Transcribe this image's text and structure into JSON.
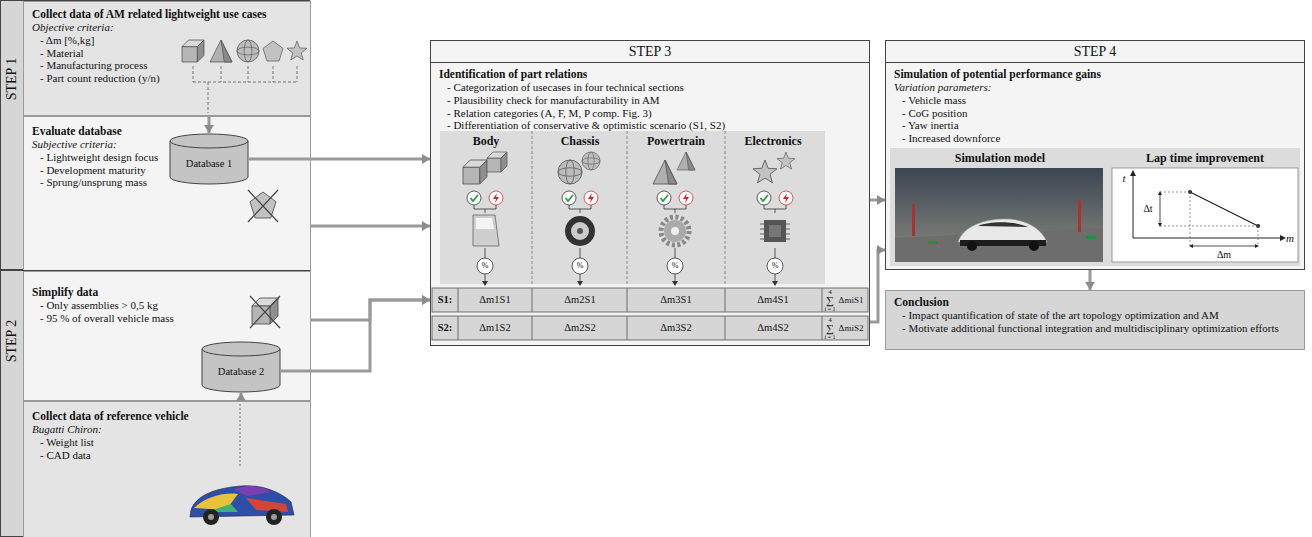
{
  "diagram": {
    "nodes": [
      {
        "text": [
          "STEP 1"
        ]
      },
      {
        "text": [
          "Collect data of AM related lightweight use cases",
          "Objective criteria:",
          "- Δm [%,kg]",
          "- Material",
          "- Manufacturing process",
          "- Part count reduction (y/n)"
        ],
        "in": 0
      },
      {
        "text": [
          "Database 1"
        ],
        "in": 0
      },
      {
        "text": [
          "Evaluate database",
          "Subjective criteria:",
          "- Lightweight design focus",
          "- Development maturity",
          "- Sprung/unsprung mass"
        ],
        "in": 0
      },
      {
        "text": [
          "STEP 2"
        ]
      },
      {
        "text": [
          "Simplify data",
          "- Only assemblies > 0,5 kg",
          "- 95 % of overall vehicle mass"
        ],
        "in": 4
      },
      {
        "text": [
          "Database 2"
        ],
        "in": 4
      },
      {
        "text": [
          "Collect data of reference vehicle",
          "Bugatti Chiron:",
          "- Weight list",
          "- CAD data"
        ],
        "in": 4
      },
      {
        "text": [
          "STEP 3",
          "Identification of part relations",
          "- Categorization of usecases in four technical sections",
          "- Plausibility check for manufacturability in AM",
          "- Relation categories (A, F, M, P comp. Fig. 3)",
          "- Differentiation of conservative & optimistic scenario (S1, S2)"
        ]
      },
      {
        "text": [
          "STEP 4",
          "Simulation of potential performance gains",
          "Variation parameters:",
          "- Vehicle mass",
          "- CoG position",
          "- Yaw inertia",
          "- Increased downforce"
        ]
      },
      {
        "text": [
          "Conclusion",
          "- Impact quantification of state of the art topology optimization and AM",
          "- Motivate additional functional integration and multidisciplinary optimization efforts"
        ]
      }
    ],
    "edges": [
      {
        "from": 1,
        "to": 2,
        "arrow": "to"
      },
      {
        "from": 2,
        "to": 8,
        "arrow": "to"
      },
      {
        "from": 3,
        "to": 8,
        "arrow": "to"
      },
      {
        "from": 7,
        "to": 6,
        "arrow": "to"
      },
      {
        "from": 6,
        "to": 8,
        "arrow": "to"
      },
      {
        "from": 5,
        "to": 8,
        "arrow": "to"
      },
      {
        "from": 8,
        "to": 9,
        "arrow": "to"
      },
      {
        "from": 8,
        "to": 9,
        "arrow": "to"
      },
      {
        "from": 9,
        "to": 10,
        "arrow": "to"
      }
    ],
    "labels": [
      "Body",
      "Chassis",
      "Powertrain",
      "Electronics",
      "%",
      "%",
      "%",
      "%",
      "S1:",
      "Δm1S1",
      "Δm2S1",
      "Δm3S1",
      "Δm4S1",
      "4",
      "∑",
      "i = 1",
      "ΔmiS1",
      "S2:",
      "Δm1S2",
      "Δm2S2",
      "Δm3S2",
      "Δm4S2",
      "4",
      "∑",
      "i = 1",
      "ΔmiS2",
      "Simulation model",
      "Lap time improvement",
      "t",
      "Δt",
      "Δm",
      "m"
    ]
  }
}
